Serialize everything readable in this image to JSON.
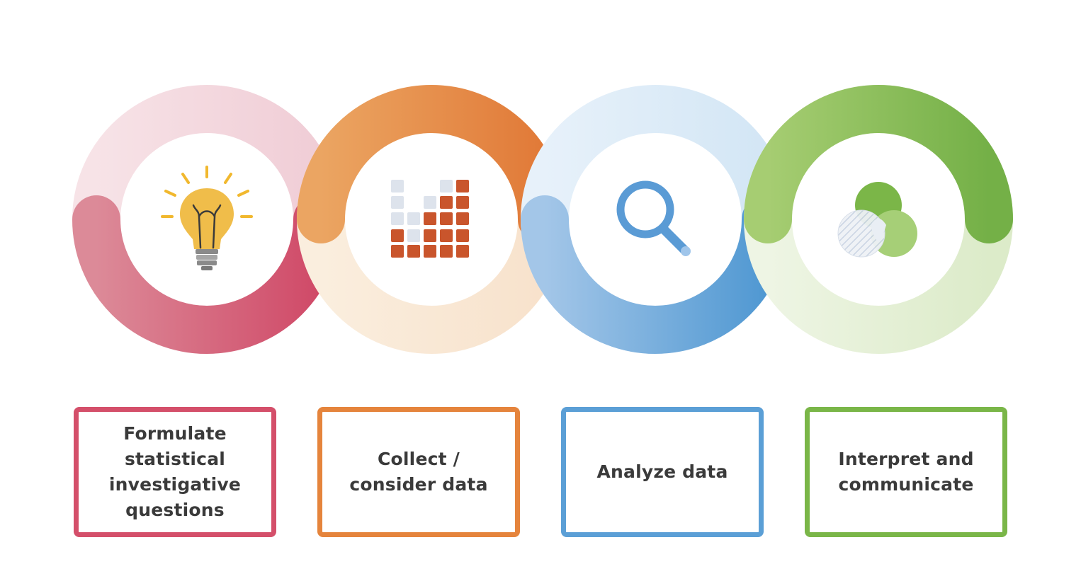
{
  "steps": [
    {
      "label": "Formulate statistical investigative questions",
      "color": "#d44f6a",
      "icon": "lightbulb-icon"
    },
    {
      "label": "Collect / consider data",
      "color": "#e5843c",
      "icon": "bar-chart-icon"
    },
    {
      "label": "Analyze data",
      "color": "#5b9fd6",
      "icon": "magnifier-icon"
    },
    {
      "label": "Interpret and communicate",
      "color": "#7ab648",
      "icon": "venn-diagram-icon"
    }
  ]
}
